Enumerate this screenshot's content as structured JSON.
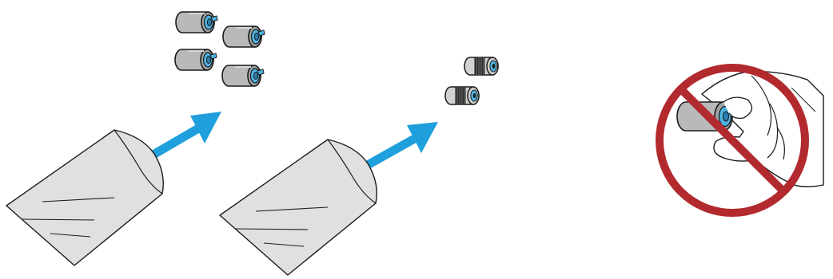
{
  "illustration": {
    "panels": [
      {
        "id": "pickup-rollers",
        "roller_count": 4,
        "icon": "pickup-roller-set-icon"
      },
      {
        "id": "separation-rollers",
        "roller_count": 2,
        "icon": "separation-roller-set-icon"
      },
      {
        "id": "do-not-touch",
        "icon": "prohibition-sign-icon"
      }
    ],
    "colors": {
      "roller_body": "#b9b9b9",
      "roller_outline": "#1a1a1a",
      "roller_hub": "#4fb3e0",
      "arrow": "#1fa0dc",
      "bag_fill": "#e0e0e0",
      "prohibition": "#b22a2e",
      "background": "#ffffff"
    }
  }
}
